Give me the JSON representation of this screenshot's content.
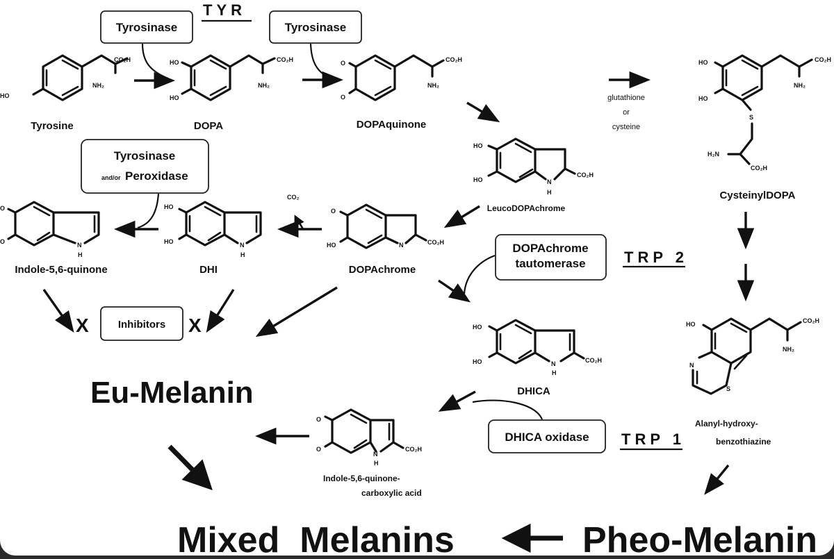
{
  "diagram": {
    "title": "Melanin biosynthesis pathway",
    "genes": {
      "tyr": "TYR",
      "trp2": "TRP 2",
      "trp1": "TRP 1"
    },
    "enzymes": {
      "tyrosinase_1": "Tyrosinase",
      "tyrosinase_2": "Tyrosinase",
      "tyr_perox_line1": "Tyrosinase",
      "tyr_perox_andor": "and/or",
      "tyr_perox_line2": "Peroxidase",
      "dopachrome_taut_line1": "DOPAchrome",
      "dopachrome_taut_line2": "tautomerase",
      "dhica_oxidase": "DHICA oxidase",
      "inhibitors": "Inhibitors"
    },
    "molecules": {
      "tyrosine": "Tyrosine",
      "dopa": "DOPA",
      "dopaquinone": "DOPAquinone",
      "leucodopachrome": "LeucoDOPAchrome",
      "dopachrome": "DOPAchrome",
      "dhi": "DHI",
      "indole_quinone": "Indole-5,6-quinone",
      "dhica": "DHICA",
      "indole_quinone_carboxylic_line1": "Indole-5,6-quinone-",
      "indole_quinone_carboxylic_line2": "carboxylic acid",
      "cysteinyldopa": "CysteinylDOPA",
      "alanyl_line1": "Alanyl-hydroxy-",
      "alanyl_line2": "benzothiazine"
    },
    "conditions": {
      "glutathione_line1": "glutathione",
      "glutathione_line2": "or",
      "glutathione_line3": "cysteine",
      "co2": "CO₂"
    },
    "atoms": {
      "ho": "HO",
      "o": "O",
      "co2h": "CO₂H",
      "nh2": "NH₂",
      "h2n": "H₂N",
      "n": "N",
      "h": "H",
      "s": "S"
    },
    "inhibition_mark": "X",
    "products": {
      "eumelanin": "Eu-Melanin",
      "pheomelanin": "Pheo-Melanin",
      "mixed": "Mixed  Melanins"
    }
  }
}
